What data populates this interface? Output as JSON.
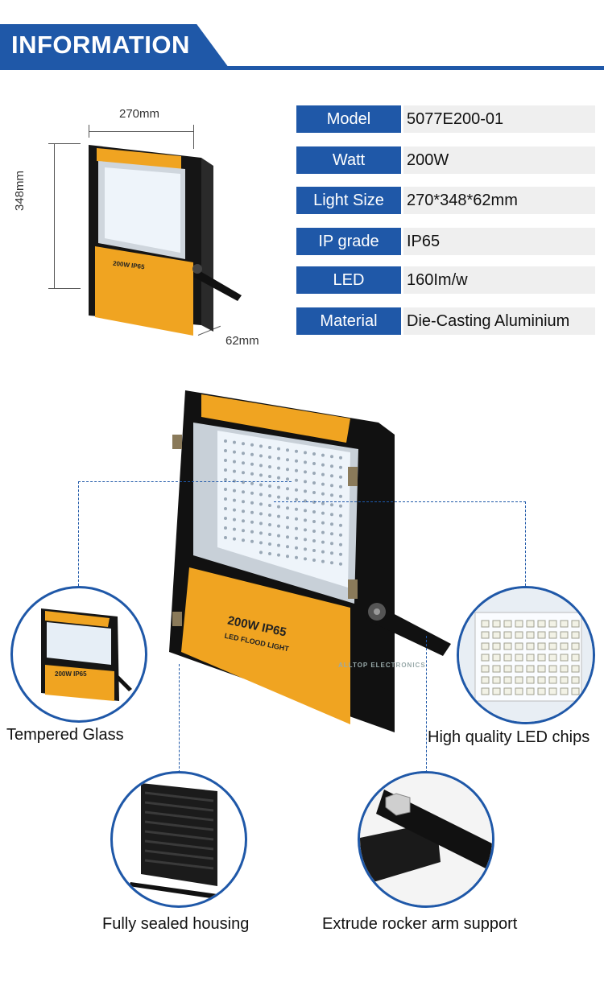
{
  "header": {
    "title": "INFORMATION",
    "color": "#1f58a8"
  },
  "dimensions": {
    "width": "270mm",
    "height": "348mm",
    "depth": "62mm"
  },
  "specs": [
    {
      "label": "Model",
      "value": "5077E200-01"
    },
    {
      "label": "Watt",
      "value": "200W"
    },
    {
      "label": "Light Size",
      "value": "270*348*62mm"
    },
    {
      "label": "IP grade",
      "value": "IP65"
    },
    {
      "label": "LED",
      "value": "160Im/w"
    },
    {
      "label": "Material",
      "value": "Die-Casting Aluminium"
    }
  ],
  "product": {
    "panel_text": "200W IP65",
    "panel_subtext": "LED FLOOD LIGHT",
    "watermark": "ALLTOP ELECTRONICS"
  },
  "features": [
    {
      "caption": "Tempered Glass"
    },
    {
      "caption": "High quality LED chips"
    },
    {
      "caption": "Fully sealed housing"
    },
    {
      "caption": "Extrude rocker arm support"
    }
  ]
}
